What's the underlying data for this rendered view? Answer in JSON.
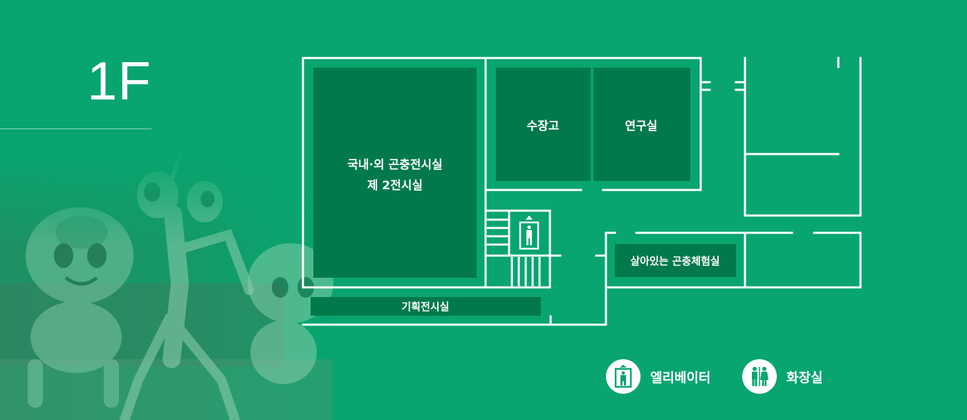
{
  "floor": {
    "label": "1F"
  },
  "rooms": {
    "exhibition_line1": "국내·외 곤충전시실",
    "exhibition_line2": "제 2전시실",
    "storage": "수장고",
    "lab": "연구실",
    "special_exhibition": "기획전시실",
    "live_insect_room": "살아있는 곤충체험실"
  },
  "legend": [
    {
      "icon": "elevator-icon",
      "label": "엘리베이터"
    },
    {
      "icon": "restroom-icon",
      "label": "화장실"
    }
  ],
  "colors": {
    "background": "#08a56f",
    "room_fill": "#02794a",
    "wall": "#ffffff"
  }
}
